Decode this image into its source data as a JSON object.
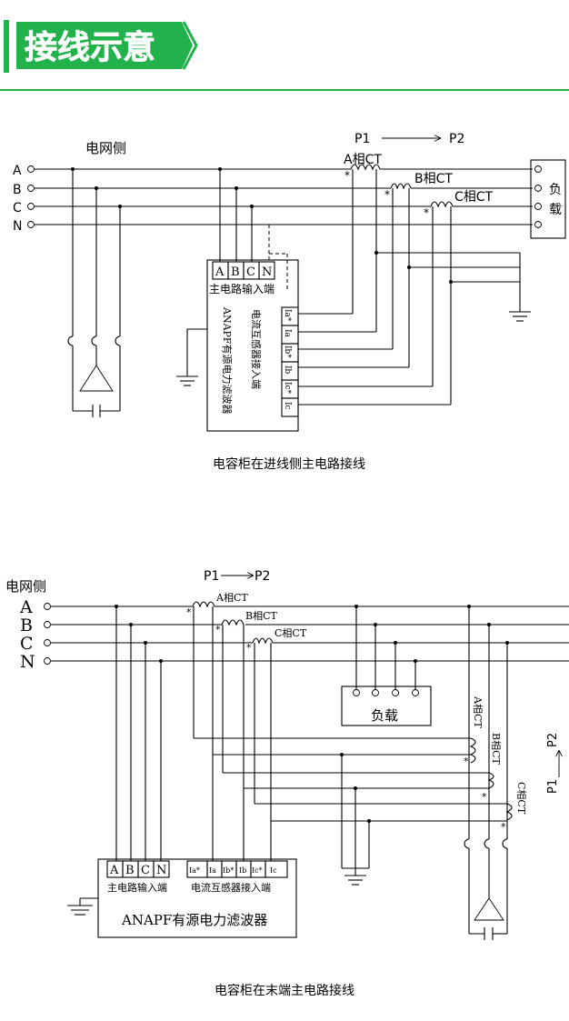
{
  "header": {
    "title": "接线示意",
    "accent_color": "#22b24c"
  },
  "diagram1": {
    "grid_label": "电网侧",
    "phases": [
      "A",
      "B",
      "C",
      "N"
    ],
    "flow_from": "P1",
    "flow_to": "P2",
    "ct_labels": [
      "A相CT",
      "B相CT",
      "C相CT"
    ],
    "polarity_mark": "*",
    "load_chars": [
      "负",
      "载"
    ],
    "main_terminals": [
      "A",
      "B",
      "C",
      "N"
    ],
    "main_input_label": "主电路输入端",
    "device_name": "ANAPF有源电力滤波器",
    "ct_input_label": "电流互感器接入端",
    "ct_terminals": [
      "Ia*",
      "Ia",
      "Ib*",
      "Ib",
      "Ic*",
      "Ic"
    ],
    "caption": "电容柜在进线侧主电路接线"
  },
  "diagram2": {
    "grid_label": "电网侧",
    "phases": [
      "A",
      "B",
      "C",
      "N"
    ],
    "flow_from": "P1",
    "flow_to": "P2",
    "ct_labels": [
      "A相CT",
      "B相CT",
      "C相CT"
    ],
    "polarity_mark": "*",
    "load_label": "负载",
    "main_terminals": [
      "A",
      "B",
      "C",
      "N"
    ],
    "main_input_label": "主电路输入端",
    "ct_terminals": [
      "Ia*",
      "Ia",
      "Ib*",
      "Ib",
      "Ic*",
      "Ic"
    ],
    "ct_input_label": "电流互感器接入端",
    "device_name": "ANAPF有源电力滤波器",
    "side_flow_from": "P1",
    "side_flow_to": "P2",
    "caption": "电容柜在末端主电路接线"
  }
}
